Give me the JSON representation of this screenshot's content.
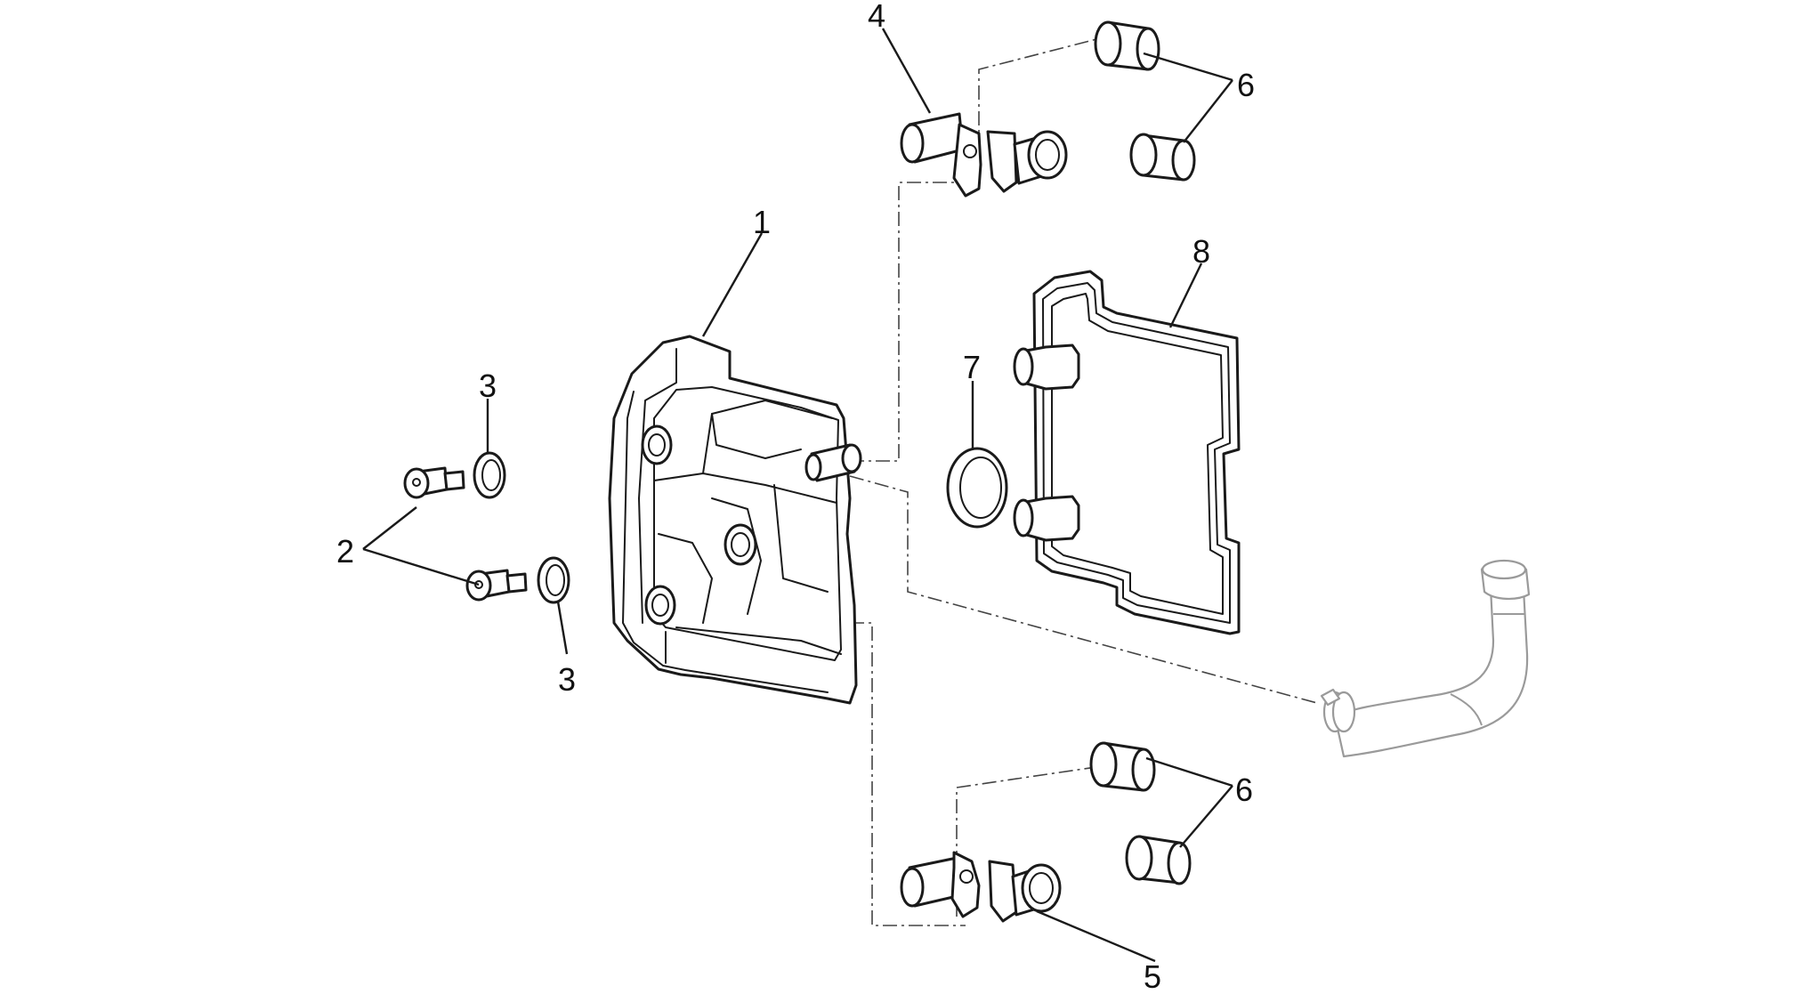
{
  "callouts": {
    "c1": "1",
    "c2": "2",
    "c3a": "3",
    "c3b": "3",
    "c4": "4",
    "c5": "5",
    "c6a": "6",
    "c6b": "6",
    "c7": "7",
    "c8": "8"
  },
  "colors": {
    "line": "#1a1a1a",
    "faded_part": "#9a9a9a",
    "background": "#ffffff"
  }
}
